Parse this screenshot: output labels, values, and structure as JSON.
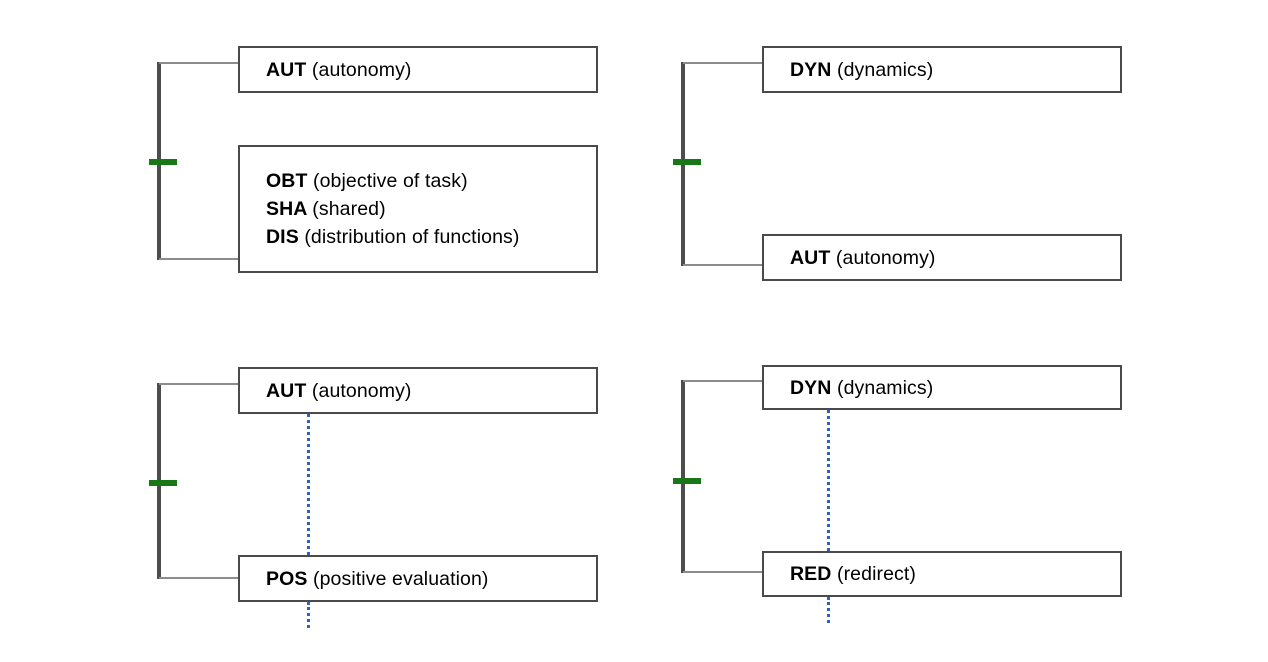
{
  "figure": {
    "type": "bracket-grouping-diagram",
    "background_color": "#ffffff",
    "colors": {
      "box_border": "#4a4a4a",
      "bracket_stem": "#4d4d4d",
      "bracket_arm": "#8c8c8c",
      "bracket_tick": "#187818",
      "dotted_link": "#2a62c8"
    }
  },
  "panels": [
    {
      "id": "top-left",
      "boxes": [
        {
          "id": "tl-box-1",
          "lines": [
            {
              "code": "AUT",
              "desc": "(autonomy)"
            }
          ]
        },
        {
          "id": "tl-box-2",
          "lines": [
            {
              "code": "OBT",
              "desc": "(objective of task)"
            },
            {
              "code": "SHA",
              "desc": "(shared)"
            },
            {
              "code": "DIS",
              "desc": "(distribution of functions)"
            }
          ]
        }
      ],
      "has_dotted_link": false
    },
    {
      "id": "top-right",
      "boxes": [
        {
          "id": "tr-box-1",
          "lines": [
            {
              "code": "DYN",
              "desc": "(dynamics)"
            }
          ]
        },
        {
          "id": "tr-box-2",
          "lines": [
            {
              "code": "AUT",
              "desc": "(autonomy)"
            }
          ]
        }
      ],
      "has_dotted_link": false
    },
    {
      "id": "bottom-left",
      "boxes": [
        {
          "id": "bl-box-1",
          "lines": [
            {
              "code": "AUT",
              "desc": "(autonomy)"
            }
          ]
        },
        {
          "id": "bl-box-2",
          "lines": [
            {
              "code": "POS",
              "desc": "(positive evaluation)"
            }
          ]
        }
      ],
      "has_dotted_link": true
    },
    {
      "id": "bottom-right",
      "boxes": [
        {
          "id": "br-box-1",
          "lines": [
            {
              "code": "DYN",
              "desc": "(dynamics)"
            }
          ]
        },
        {
          "id": "br-box-2",
          "lines": [
            {
              "code": "RED",
              "desc": "(redirect)"
            }
          ]
        }
      ],
      "has_dotted_link": true
    }
  ]
}
